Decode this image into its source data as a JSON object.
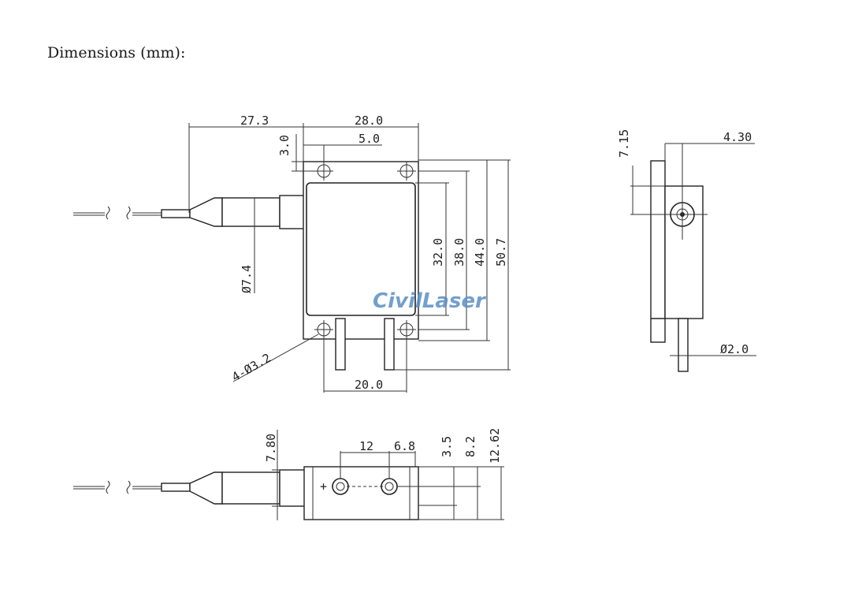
{
  "heading": "Dimensions (mm):",
  "watermark": "CivilLaser",
  "top_view": {
    "dims": {
      "fiber_to_body": "27.3",
      "body_width": "28.0",
      "hole_offset": "3.0",
      "hole_spacing": "5.0",
      "height_32": "32.0",
      "height_38": "38.0",
      "height_44": "44.0",
      "height_507": "50.7",
      "sleeve_dia": "Ø7.4",
      "hole_dia": "4-Ø3.2",
      "pin_spacing": "20.0"
    }
  },
  "side_view": {
    "dims": {
      "top_offset": "7.15",
      "width": "4.30",
      "pin_dia": "Ø2.0"
    }
  },
  "front_view": {
    "dims": {
      "sleeve_height": "7.80",
      "pitch_12": "12",
      "pitch_68": "6.8",
      "h_35": "3.5",
      "h_82": "8.2",
      "h_1262": "12.62"
    }
  }
}
